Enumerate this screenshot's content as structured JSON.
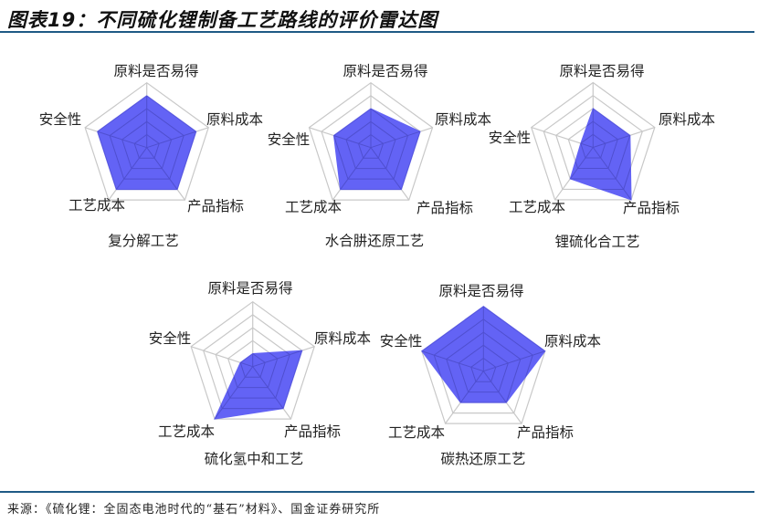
{
  "header": {
    "title": "图表19：不同硫化锂制备工艺路线的评价雷达图"
  },
  "footer": {
    "source": "来源：《硫化锂：全固态电池时代的“基石”材料》、国金证券研究所"
  },
  "colors": {
    "fill": "#6363f5",
    "fill_grid": "#4f4fcf",
    "grid": "#c8c8c8",
    "rule": "#1f5a85"
  },
  "chart_data": [
    {
      "type": "radar",
      "title": "复分解工艺",
      "axes": [
        "原料是否易得",
        "原料成本",
        "产品指标",
        "工艺成本",
        "安全性"
      ],
      "values": [
        4,
        4,
        4,
        4,
        4
      ],
      "range": [
        0,
        5
      ],
      "rings": 5
    },
    {
      "type": "radar",
      "title": "水合肼还原工艺",
      "axes": [
        "原料是否易得",
        "原料成本",
        "产品指标",
        "工艺成本",
        "安全性"
      ],
      "values": [
        3,
        4,
        4,
        4,
        3
      ],
      "range": [
        0,
        5
      ],
      "rings": 5
    },
    {
      "type": "radar",
      "title": "锂硫化合工艺",
      "axes": [
        "原料是否易得",
        "原料成本",
        "产品指标",
        "工艺成本",
        "安全性"
      ],
      "values": [
        3,
        3,
        5,
        3,
        1
      ],
      "range": [
        0,
        5
      ],
      "rings": 5
    },
    {
      "type": "radar",
      "title": "硫化氢中和工艺",
      "axes": [
        "原料是否易得",
        "原料成本",
        "产品指标",
        "工艺成本",
        "安全性"
      ],
      "values": [
        1,
        4,
        4,
        5,
        1
      ],
      "range": [
        0,
        5
      ],
      "rings": 5
    },
    {
      "type": "radar",
      "title": "碳热还原工艺",
      "axes": [
        "原料是否易得",
        "原料成本",
        "产品指标",
        "工艺成本",
        "安全性"
      ],
      "values": [
        5,
        5,
        3,
        3,
        5
      ],
      "range": [
        0,
        5
      ],
      "rings": 5
    }
  ]
}
